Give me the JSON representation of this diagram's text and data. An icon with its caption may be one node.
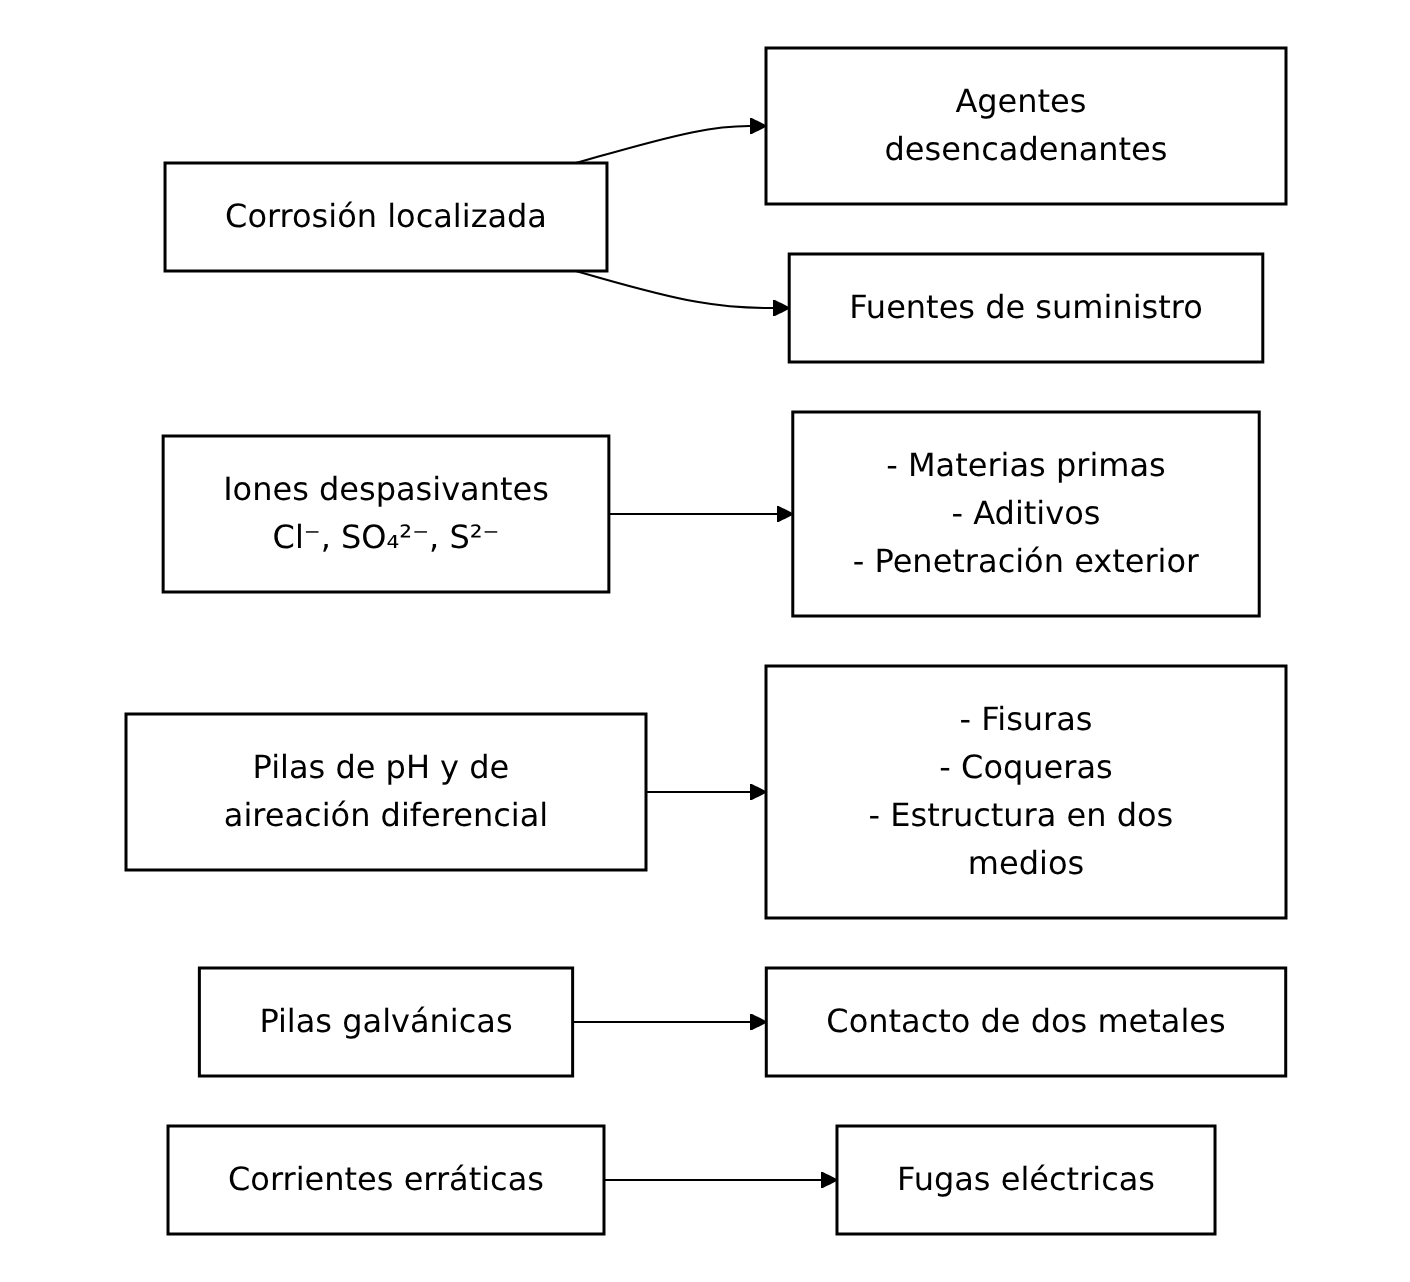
{
  "diagram": {
    "nodes": [
      {
        "text": [
          "Corrosión localizada"
        ]
      },
      {
        "text": [
          "Agentes desencadenantes"
        ]
      },
      {
        "text": [
          "Fuentes de suministro"
        ]
      },
      {
        "text": [
          "Iones despasivantes",
          "Cl⁻, SO₄²⁻, S²⁻"
        ]
      },
      {
        "text": [
          "- Materias primas",
          "- Aditivos",
          "- Penetración exterior"
        ]
      },
      {
        "text": [
          "Pilas de pH y de aireación diferencial"
        ]
      },
      {
        "text": [
          "- Fisuras",
          "- Coqueras",
          "- Estructura en dos medios"
        ]
      },
      {
        "text": [
          "Pilas galvánicas"
        ]
      },
      {
        "text": [
          "Contacto de dos metales"
        ]
      },
      {
        "text": [
          "Corrientes erráticas"
        ]
      },
      {
        "text": [
          "Fugas eléctricas"
        ]
      }
    ],
    "edges": [
      {
        "from": 0,
        "to": 1,
        "arrow": "to"
      },
      {
        "from": 0,
        "to": 2,
        "arrow": "to"
      },
      {
        "from": 3,
        "to": 4,
        "arrow": "to"
      },
      {
        "from": 5,
        "to": 6,
        "arrow": "to"
      },
      {
        "from": 7,
        "to": 8,
        "arrow": "to"
      },
      {
        "from": 9,
        "to": 10,
        "arrow": "to"
      }
    ]
  }
}
